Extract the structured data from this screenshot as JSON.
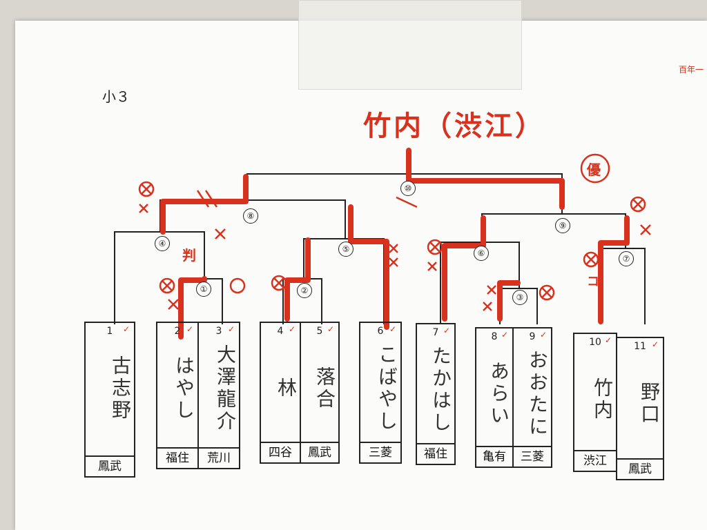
{
  "division_label": "小３",
  "champion_text": "竹内（渋江）",
  "corner_note": "百年一",
  "winner_mark": "優",
  "tick_mark": "✓",
  "colors": {
    "ink": "#222222",
    "marker_red": "#d8321f",
    "paper": "#fbfbf9"
  },
  "players": [
    {
      "seed": "1",
      "name": "古志野",
      "club": "鳳武"
    },
    {
      "seed": "2",
      "name": "はやし",
      "club": "福住"
    },
    {
      "seed": "3",
      "name": "大澤龍介",
      "club": "荒川"
    },
    {
      "seed": "4",
      "name": "林",
      "club": "四谷"
    },
    {
      "seed": "5",
      "name": "落合",
      "club": "鳳武"
    },
    {
      "seed": "6",
      "name": "こばやし",
      "club": "三菱"
    },
    {
      "seed": "7",
      "name": "たかはし",
      "club": "福住"
    },
    {
      "seed": "8",
      "name": "あらい",
      "club": "亀有"
    },
    {
      "seed": "9",
      "name": "おおたに",
      "club": "三菱"
    },
    {
      "seed": "10",
      "name": "竹内",
      "club": "渋江"
    },
    {
      "seed": "11",
      "name": "野口",
      "club": "鳳武"
    }
  ],
  "matches": [
    {
      "label": "①"
    },
    {
      "label": "②"
    },
    {
      "label": "③"
    },
    {
      "label": "④"
    },
    {
      "label": "⑤"
    },
    {
      "label": "⑥"
    },
    {
      "label": "⑦"
    },
    {
      "label": "⑧"
    },
    {
      "label": "⑨"
    },
    {
      "label": "⑩"
    }
  ],
  "annotations": {
    "hansoku": "判",
    "cross": "×",
    "circle_cross": "⊗",
    "ko": "コ"
  }
}
